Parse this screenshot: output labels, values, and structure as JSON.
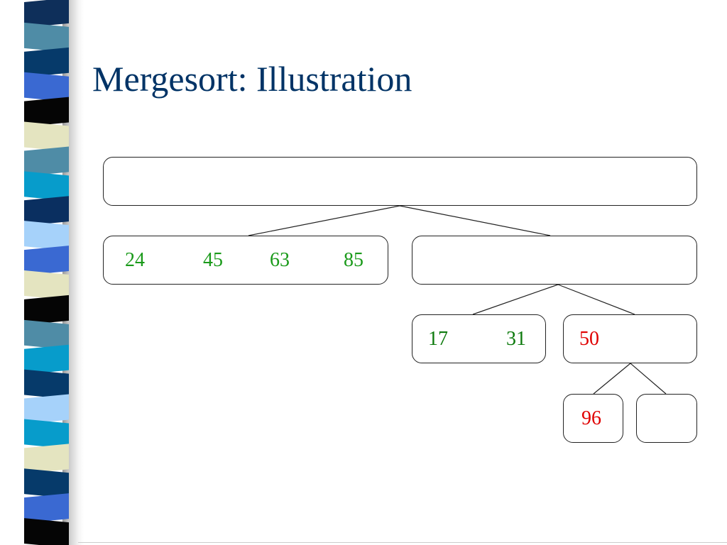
{
  "slide": {
    "title": "Mergesort: Illustration",
    "title_color": "#003366"
  },
  "stripe_colors": [
    "#0e2f5a",
    "#4f8ca6",
    "#063a6a",
    "#3a69d2",
    "#050505",
    "#e4e4c0",
    "#4f8ca6",
    "#079ccb",
    "#0a2f60",
    "#a6d2fa",
    "#3a69d2",
    "#e4e4c0",
    "#050505",
    "#4f8ca6",
    "#079ccb",
    "#063a6a",
    "#a6d2fa",
    "#079ccb",
    "#e4e4c0",
    "#063a6a",
    "#3a69d2",
    "#050505"
  ],
  "tree": {
    "root": {
      "values": []
    },
    "left": {
      "values": [
        "24",
        "45",
        "63",
        "85"
      ],
      "color": "#1a9a1a"
    },
    "right": {
      "values": []
    },
    "right_left": {
      "values": [
        "17",
        "31"
      ],
      "color": "#0d7a0d"
    },
    "right_right": {
      "values": [
        "50"
      ],
      "color": "#e00000"
    },
    "right_right_left": {
      "values": [
        "96"
      ],
      "color": "#e00000"
    },
    "right_right_right": {
      "values": []
    }
  }
}
